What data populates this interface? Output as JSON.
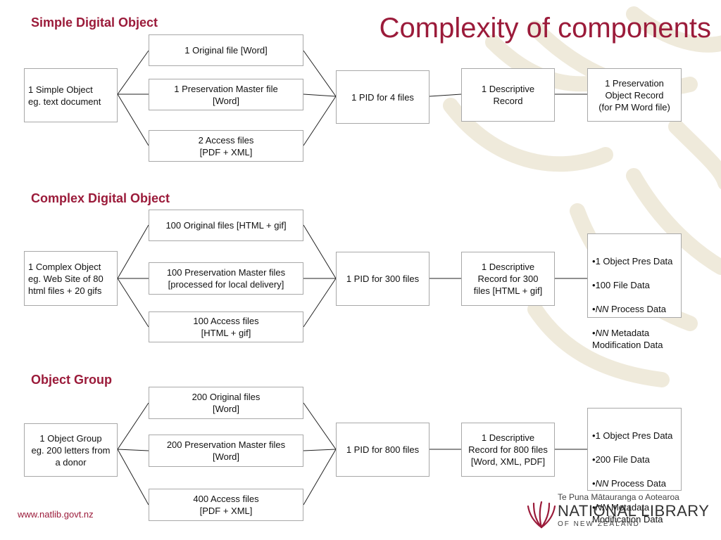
{
  "title": "Complexity of components",
  "sections": [
    {
      "heading": "Simple Digital Object",
      "object": "1 Simple Object\neg. text  document",
      "files": {
        "original": "1 Original file [Word]",
        "master": "1 Preservation Master file\n[Word]",
        "access": "2 Access files\n[PDF + XML]"
      },
      "pid": "1 PID for 4 files",
      "descriptive": "1 Descriptive\nRecord",
      "preservation": "1 Preservation\nObject Record\n(for PM Word file)"
    },
    {
      "heading": "Complex Digital Object",
      "object": "1 Complex Object\neg. Web Site of 80\nhtml files + 20 gifs",
      "files": {
        "original": "100 Original files [HTML + gif]",
        "master": "100 Preservation Master files\n[processed for local delivery]",
        "access": "100 Access files\n[HTML + gif]"
      },
      "pid": "1 PID for 300 files",
      "descriptive": "1 Descriptive\nRecord for 300\nfiles [HTML + gif]",
      "preservation_items": [
        {
          "prefix": "•",
          "emph": "",
          "text": "1 Object Pres Data"
        },
        {
          "prefix": "•",
          "emph": "",
          "text": "100 File Data"
        },
        {
          "prefix": "•",
          "emph": "NN",
          "text": " Process Data"
        },
        {
          "prefix": "•",
          "emph": "NN",
          "text": " Metadata Modification Data"
        }
      ]
    },
    {
      "heading": "Object Group",
      "object": "1 Object Group\neg. 200 letters from\na donor",
      "files": {
        "original": "200 Original files\n[Word]",
        "master": "200 Preservation Master files\n[Word]",
        "access": "400 Access files\n[PDF + XML]"
      },
      "pid": "1 PID for 800 files",
      "descriptive": "1 Descriptive\nRecord for 800 files\n[Word, XML, PDF]",
      "preservation_items": [
        {
          "prefix": "•",
          "emph": "",
          "text": "1 Object Pres Data"
        },
        {
          "prefix": "•",
          "emph": "",
          "text": "200 File Data"
        },
        {
          "prefix": "•",
          "emph": "NN",
          "text": " Process Data"
        },
        {
          "prefix": "•",
          "emph": "NN",
          "text": " Metadata Modification Data"
        }
      ]
    }
  ],
  "footer": {
    "url": "www.natlib.govt.nz",
    "logo_maori": "Te Puna Mātauranga o Aotearoa",
    "logo_name": "NATIONAL LIBRARY",
    "logo_sub": "OF NEW ZEALAND"
  },
  "colors": {
    "accent": "#9b1b3a",
    "border": "#a8a8a8",
    "swirl": "#ede8d8"
  }
}
